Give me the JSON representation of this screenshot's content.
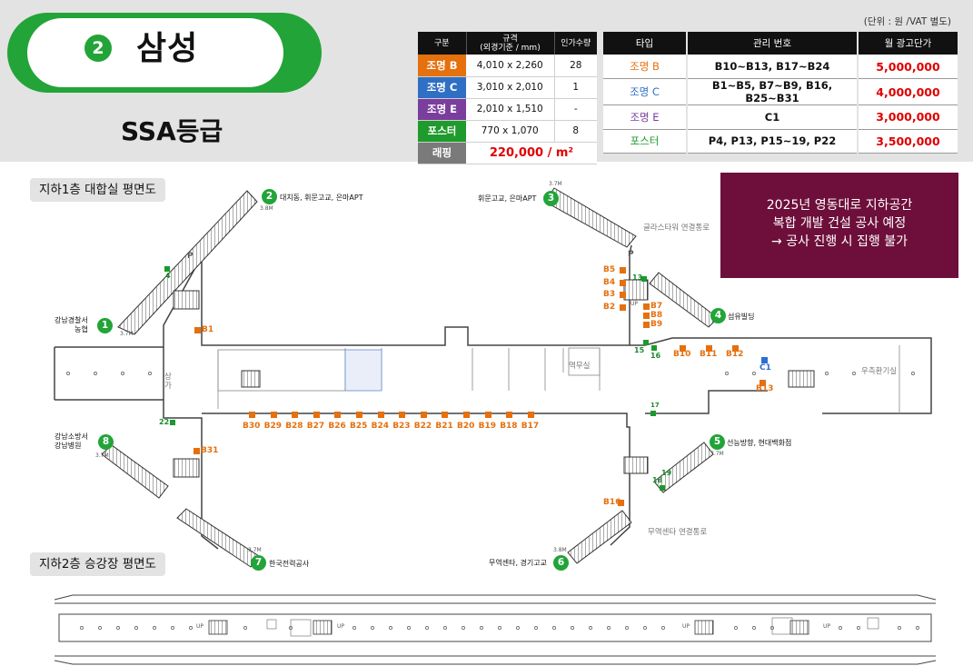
{
  "header": {
    "station_number": "2",
    "station_name": "삼성",
    "grade": "SSA등급",
    "unit_note": "(단위 : 원 /VAT 별도)"
  },
  "spec_table": {
    "headers": [
      "구분",
      "규격\n(외경기준 / mm)",
      "인가수량"
    ],
    "rows": [
      {
        "category": "조명 B",
        "size": "4,010 x 2,260",
        "qty": "28",
        "color": "#e5700e"
      },
      {
        "category": "조명 C",
        "size": "3,010 x 2,010",
        "qty": "1",
        "color": "#2f6fc4"
      },
      {
        "category": "조명 E",
        "size": "2,010 x 1,510",
        "qty": "-",
        "color": "#7a3e9c"
      },
      {
        "category": "포스터",
        "size": "770 x 1,070",
        "qty": "8",
        "color": "#1f9a2c"
      }
    ],
    "wrapping": {
      "category": "래핑",
      "price": "220,000 / m²"
    }
  },
  "price_table": {
    "headers": [
      "타입",
      "관리 번호",
      "월 광고단가"
    ],
    "rows": [
      {
        "type": "조명 B",
        "numbers": "B10~B13, B17~B24",
        "price": "5,000,000",
        "color": "#e5700e"
      },
      {
        "type": "조명 C",
        "numbers": "B1~B5, B7~B9, B16, B25~B31",
        "price": "4,000,000",
        "color": "#2f6fc4"
      },
      {
        "type": "조명 E",
        "numbers": "C1",
        "price": "3,000,000",
        "color": "#7a3e9c"
      },
      {
        "type": "포스터",
        "numbers": "P4, P13, P15~19, P22",
        "price": "3,500,000",
        "color": "#1f9a2c"
      }
    ]
  },
  "floor_b1": {
    "title": "지하1층 대합실 평면도",
    "notice": [
      "2025년 영동대로 지하공간",
      "복합 개발 건설 공사 예정",
      "→ 공사 진행 시 집행 불가"
    ],
    "exits": [
      {
        "num": "1",
        "label": "강남경찰서\n농협"
      },
      {
        "num": "2",
        "label": "대치동, 휘문고교, 은마APT"
      },
      {
        "num": "3",
        "label": "휘문고교, 은마APT"
      },
      {
        "num": "4",
        "label": "섬유빌딩"
      },
      {
        "num": "5",
        "label": "선능방향, 현대백화점"
      },
      {
        "num": "6",
        "label": "무역센타, 경기고교"
      },
      {
        "num": "7",
        "label": "한국전력공사"
      },
      {
        "num": "8",
        "label": "강남소방서\n강남병원"
      }
    ],
    "heights": [
      "3.8M",
      "3.7M",
      "3.7M",
      "3.7M",
      "3.7M",
      "3.8M",
      "3.7M"
    ],
    "areas": [
      "글라스타워 연결통로",
      "무역센타 연결통로",
      "역무실",
      "우측환기실",
      "상가"
    ],
    "parking": "P",
    "up": "UP",
    "orange_codes_top": [
      "B30",
      "B29",
      "B28",
      "B27",
      "B26",
      "B25",
      "B24",
      "B23",
      "B22",
      "B21",
      "B20",
      "B19",
      "B18",
      "B17"
    ],
    "orange_codes_right": [
      "B10",
      "B11",
      "B12"
    ],
    "orange_codes_stair": [
      "B5",
      "B4",
      "B3",
      "B2"
    ],
    "orange_codes_stair2": [
      "B7",
      "B8",
      "B9"
    ],
    "misc_codes": [
      "B1",
      "B31",
      "B16",
      "B13"
    ],
    "blue_code": "C1",
    "green_codes": [
      "4",
      "13",
      "15",
      "16",
      "17",
      "22",
      "18",
      "19"
    ]
  },
  "floor_b2": {
    "title": "지하2층 승강장 평면도",
    "up": "UP"
  }
}
